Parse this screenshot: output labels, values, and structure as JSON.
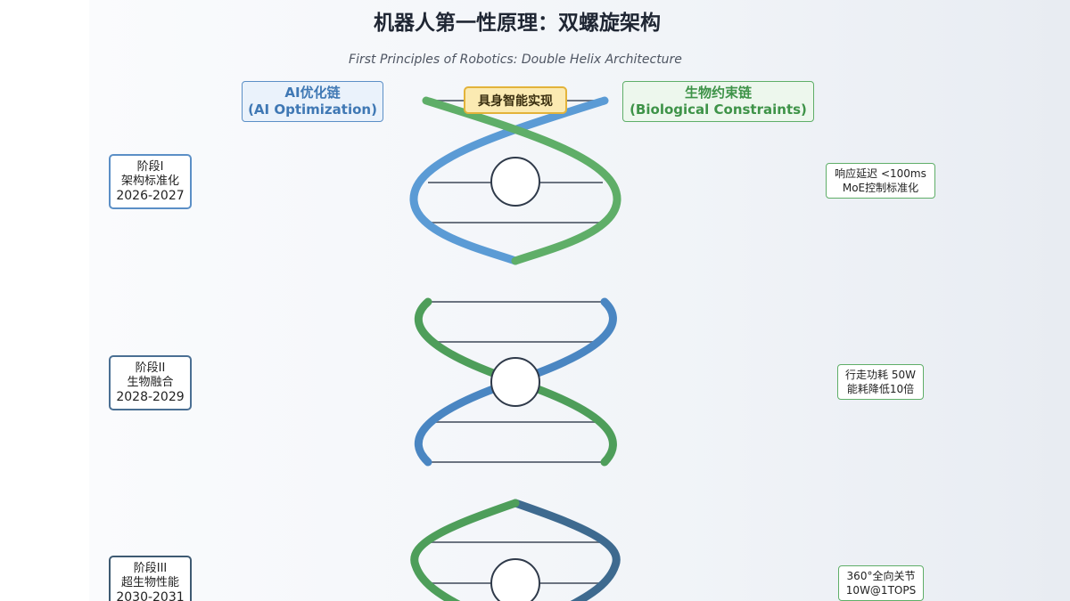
{
  "title": "机器人第一性原理：双螺旋架构",
  "subtitle": "First Principles of Robotics: Double Helix Architecture",
  "chains": {
    "ai": {
      "line1": "AI优化链",
      "line2": "(AI Optimization)",
      "color": "#5b9bd5"
    },
    "bio": {
      "line1": "生物约束链",
      "line2": "(Biological Constraints)",
      "color": "#5fae68"
    }
  },
  "center_label": "具身智能实现",
  "stages": [
    {
      "line1": "阶段I",
      "line2": "架构标准化",
      "years": "2026-2027"
    },
    {
      "line1": "阶段II",
      "line2": "生物融合",
      "years": "2028-2029"
    },
    {
      "line1": "阶段III",
      "line2": "超生物性能",
      "years": "2030-2031"
    }
  ],
  "metrics": [
    {
      "line1": "响应延迟 <100ms",
      "line2": "MoE控制标准化"
    },
    {
      "line1": "行走功耗 50W",
      "line2": "能耗降低10倍"
    },
    {
      "line1": "360°全向关节",
      "line2": "10W@1TOPS"
    }
  ],
  "colors": {
    "blue_strand": "#5b9bd5",
    "green_strand": "#5fae68",
    "steel_strand": "#4a6f93",
    "rung": "#6b7380",
    "node_border": "#2f3a4a"
  }
}
